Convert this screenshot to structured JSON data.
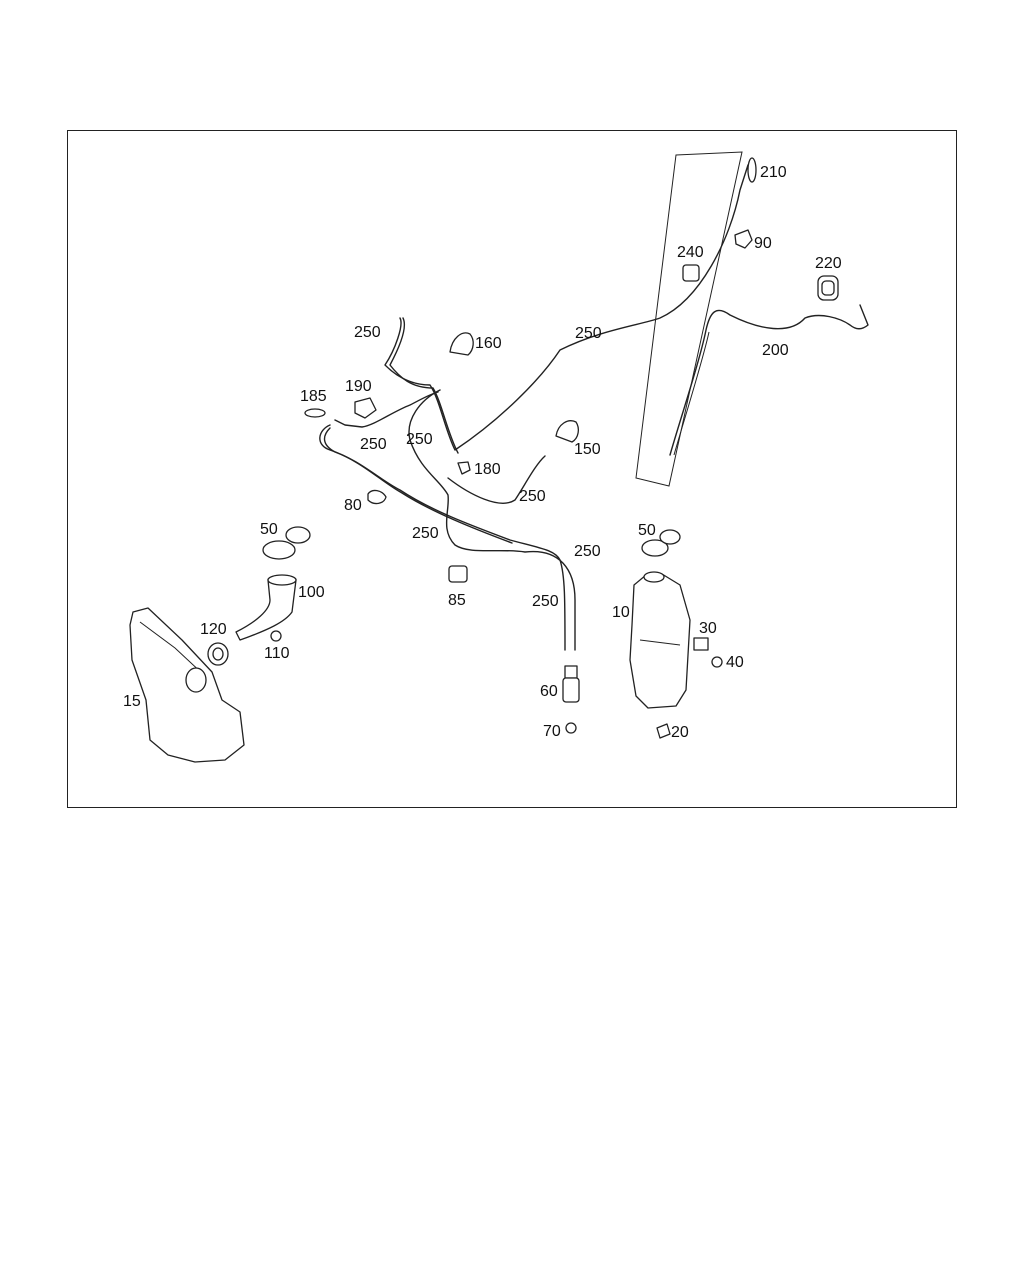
{
  "callouts": {
    "c10": "10",
    "c15": "15",
    "c20": "20",
    "c30": "30",
    "c40": "40",
    "c50a": "50",
    "c50b": "50",
    "c60": "60",
    "c70": "70",
    "c80": "80",
    "c85": "85",
    "c90": "90",
    "c100": "100",
    "c110": "110",
    "c120": "120",
    "c150": "150",
    "c160": "160",
    "c180": "180",
    "c185": "185",
    "c190": "190",
    "c200": "200",
    "c210": "210",
    "c220": "220",
    "c240": "240",
    "c250a": "250",
    "c250b": "250",
    "c250c": "250",
    "c250d": "250",
    "c250e": "250",
    "c250f": "250",
    "c250g": "250",
    "c250h": "250"
  }
}
